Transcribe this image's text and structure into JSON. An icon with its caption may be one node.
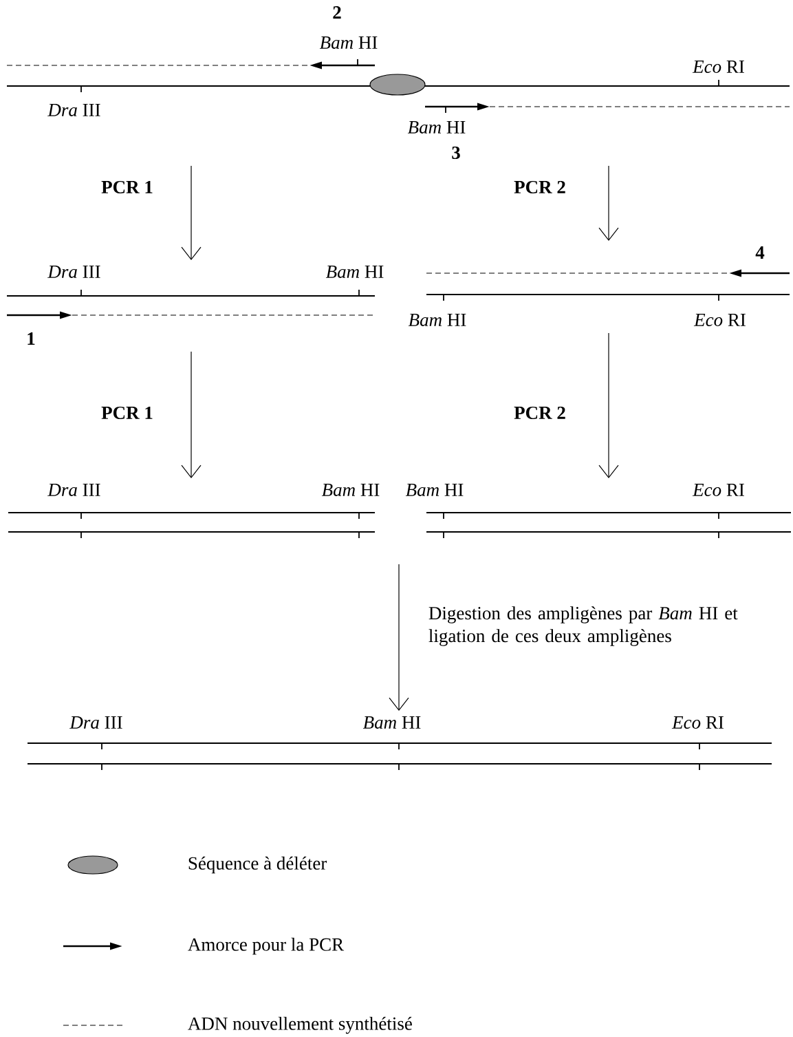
{
  "diagram": {
    "nodes": [
      {
        "text": [
          "2",
          "*Bam* HI",
          "*Eco* RI",
          "*Dra* III",
          "*Bam* HI",
          "3"
        ]
      },
      {
        "text": [
          "*Dra* III",
          "*Bam* HI",
          "1"
        ]
      },
      {
        "text": [
          "4",
          "*Bam* HI",
          "*Eco* RI"
        ]
      },
      {
        "text": [
          "*Dra* III",
          "*Bam* HI"
        ]
      },
      {
        "text": [
          "*Bam* HI",
          "*Eco* RI"
        ]
      },
      {
        "text": [
          "*Dra* III",
          "*Bam* HI",
          "*Eco* RI"
        ]
      }
    ],
    "edges": [
      {
        "from": 0,
        "to": 1,
        "arrow": "to",
        "label": "PCR 1"
      },
      {
        "from": 0,
        "to": 2,
        "arrow": "to",
        "label": "PCR 2"
      },
      {
        "from": 1,
        "to": 3,
        "arrow": "to",
        "label": "PCR 1"
      },
      {
        "from": 2,
        "to": 4,
        "arrow": "to",
        "label": "PCR 2"
      },
      {
        "from": null,
        "to": 5,
        "arrow": "to",
        "label": "Digestion des ampligènes par *Bam* HI et ligation de ces deux ampligènes"
      }
    ],
    "legend": [
      {
        "text": "Séquence à déléter"
      },
      {
        "text": "Amorce pour la PCR"
      },
      {
        "text": "ADN nouvellement synthétisé"
      }
    ]
  }
}
